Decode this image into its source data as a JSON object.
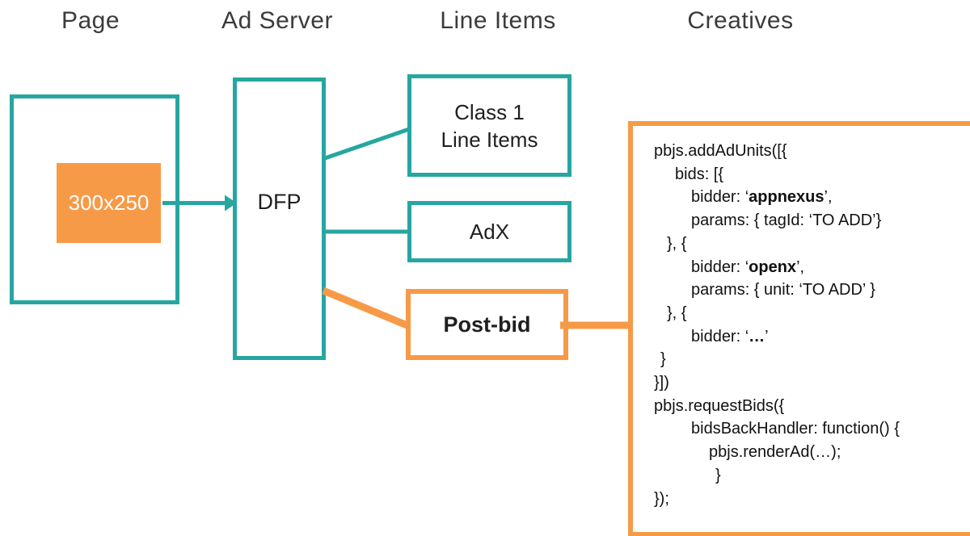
{
  "colors": {
    "teal": "#27a6a1",
    "orange": "#f79a47",
    "heading_text": "#3b3b3b",
    "label_text": "#1f1f1f",
    "code_text": "#111111",
    "ad_slot_text": "#ffffff"
  },
  "headings": {
    "page": "Page",
    "ad_server": "Ad Server",
    "line_items": "Line Items",
    "creatives": "Creatives"
  },
  "diagram": {
    "ad_slot_label": "300x250",
    "dfp_label": "DFP",
    "class1_label_line1": "Class 1",
    "class1_label_line2": "Line Items",
    "adx_label": "AdX",
    "postbid_label": "Post-bid"
  },
  "code": {
    "lines": [
      {
        "indent": 0,
        "parts": [
          {
            "t": "pbjs.addAdUnits([{"
          }
        ]
      },
      {
        "indent": 26,
        "parts": [
          {
            "t": "bids: [{"
          }
        ]
      },
      {
        "indent": 46,
        "parts": [
          {
            "t": "bidder: ‘"
          },
          {
            "t": "appnexus",
            "b": true
          },
          {
            "t": "’,"
          }
        ]
      },
      {
        "indent": 46,
        "parts": [
          {
            "t": "params: { tagId: ‘TO ADD’}"
          }
        ]
      },
      {
        "indent": 16,
        "parts": [
          {
            "t": "}, {"
          }
        ]
      },
      {
        "indent": 46,
        "parts": [
          {
            "t": "bidder: ‘"
          },
          {
            "t": "openx",
            "b": true
          },
          {
            "t": "’,"
          }
        ]
      },
      {
        "indent": 46,
        "parts": [
          {
            "t": "params: { unit: ‘TO ADD’ }"
          }
        ]
      },
      {
        "indent": 16,
        "parts": [
          {
            "t": "}, {"
          }
        ]
      },
      {
        "indent": 46,
        "parts": [
          {
            "t": "bidder: ‘"
          },
          {
            "t": "…",
            "b": true
          },
          {
            "t": "’"
          }
        ]
      },
      {
        "indent": 8,
        "parts": [
          {
            "t": "}"
          }
        ]
      },
      {
        "indent": 0,
        "parts": [
          {
            "t": "}])"
          }
        ]
      },
      {
        "indent": 0,
        "parts": [
          {
            "t": "pbjs.requestBids({"
          }
        ]
      },
      {
        "indent": 46,
        "parts": [
          {
            "t": "bidsBackHandler: function() {"
          }
        ]
      },
      {
        "indent": 68,
        "parts": [
          {
            "t": "pbjs.renderAd(…);"
          }
        ]
      },
      {
        "indent": 76,
        "parts": [
          {
            "t": "}"
          }
        ]
      },
      {
        "indent": 0,
        "parts": [
          {
            "t": "});"
          }
        ]
      }
    ]
  }
}
